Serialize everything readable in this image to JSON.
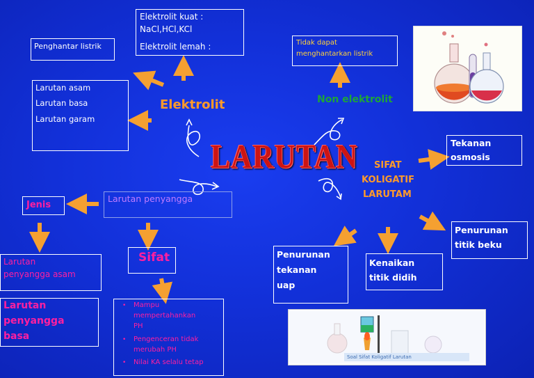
{
  "title": "LARUTAN",
  "elektrolit": {
    "label": "Elektrolit",
    "strong_line1": "Elektrolit kuat :",
    "strong_line2": "NaCl,HCl,KCl",
    "weak": "Elektrolit lemah :",
    "conductor": "Penghantar listrik",
    "examples": [
      "Larutan asam",
      "Larutan basa",
      "Larutan garam"
    ]
  },
  "non_elektrolit": {
    "label": "Non elektrolit",
    "desc_line1": "Tidak dapat",
    "desc_line2": "menghantarkan listrik"
  },
  "koligatif": {
    "line1": "SIFAT",
    "line2": "KOLIGATIF",
    "line3": "LARUTAM",
    "osmosis_line1": "Tekanan",
    "osmosis_line2": "osmosis",
    "freezing_line1": "Penurunan",
    "freezing_line2": "titik beku",
    "boiling_line1": "Kenaikan",
    "boiling_line2": "titik didih",
    "vapor_line1": "Penurunan",
    "vapor_line2": "tekanan",
    "vapor_line3": "uap"
  },
  "penyangga": {
    "label": "Larutan penyangga",
    "jenis": "Jenis",
    "jenis_asam_line1": "Larutan",
    "jenis_asam_line2": "penyangga asam",
    "jenis_basa_line1": "Larutan",
    "jenis_basa_line2": "penyangga",
    "jenis_basa_line3": "basa",
    "sifat": "Sifat",
    "sifat_items": [
      {
        "line1": "Mampu",
        "line2": "mempertahankan",
        "line3": "PH"
      },
      {
        "line1": "Pengenceran tidak",
        "line2": "merubah PH"
      },
      {
        "line1": "Nilai KA selalu tetap"
      }
    ]
  },
  "images": {
    "flask_photo": "chemistry-flasks-image",
    "lab_photo_caption": "Soal Sifat Koligatif Larutan"
  },
  "colors": {
    "background": "#1230d8",
    "arrow": "#f5a031",
    "title": "#cc1414",
    "green": "#1ea33a",
    "magenta": "#ff1fa0",
    "orange": "#ff9a2a",
    "yellow": "#ffd23a"
  }
}
